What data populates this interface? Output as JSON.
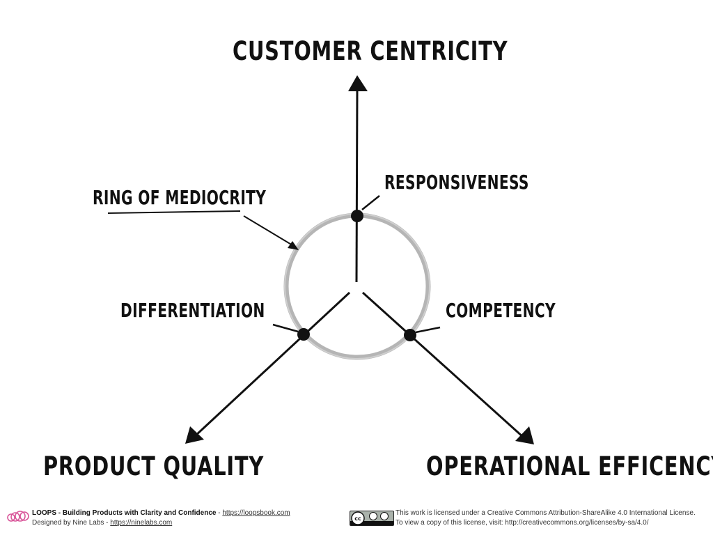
{
  "diagram": {
    "labels": {
      "customer_centricity": "CUSTOMER CENTRICITY",
      "product_quality": "PRODUCT QUALITY",
      "operational_efficiency": "OPERATIONAL EFFICENCY",
      "ring_of_mediocrity": "RING OF MEDIOCRITY",
      "responsiveness": "RESPONSIVENESS",
      "differentiation": "DIFFERENTIATION",
      "competency": "COMPETENCY"
    },
    "colors": {
      "ink": "#111111",
      "ring": "#a8a8a8",
      "logo": "#d9579a"
    }
  },
  "footer": {
    "book_title": "LOOPS - Building Products with Clarity and Confidence",
    "separator": " - ",
    "book_url": "https://loopsbook.com",
    "designer_prefix": "Designed by Nine Labs - ",
    "designer_url": "https://ninelabs.com",
    "license_line_1": "This work is licensed under a Creative Commons Attribution-ShareAlike 4.0 International License.",
    "license_line_2": "To view a copy of this license, visit: http://creativecommons.org/licenses/by-sa/4.0/",
    "badge_icon": "cc-by-sa-badge-icon",
    "logo_icon": "loops-logo-icon"
  }
}
